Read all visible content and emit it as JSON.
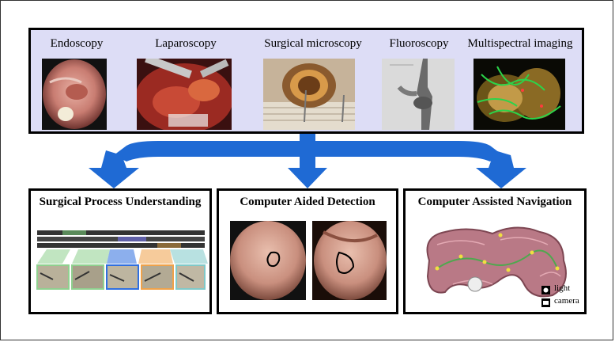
{
  "modalities": [
    {
      "label": "Endoscopy",
      "icon": "endoscopy-image"
    },
    {
      "label": "Laparoscopy",
      "icon": "laparoscopy-image"
    },
    {
      "label": "Surgical microscopy",
      "icon": "surgical-microscopy-image"
    },
    {
      "label": "Fluoroscopy",
      "icon": "fluoroscopy-image"
    },
    {
      "label": "Multispectral imaging",
      "icon": "multispectral-image"
    }
  ],
  "applications": [
    {
      "title": "Surgical Process Understanding"
    },
    {
      "title": "Computer Aided Detection"
    },
    {
      "title": "Computer Assisted Navigation"
    }
  ],
  "navigation_legend": {
    "light": "light",
    "camera": "camera"
  },
  "colors": {
    "top_panel_bg": "#ddddf6",
    "arrow_blue": "#1f6ad4",
    "phase_green": "#8fd18f",
    "phase_blue": "#2f6fe0",
    "phase_orange": "#f0a24a",
    "phase_teal": "#7fc9c9"
  }
}
